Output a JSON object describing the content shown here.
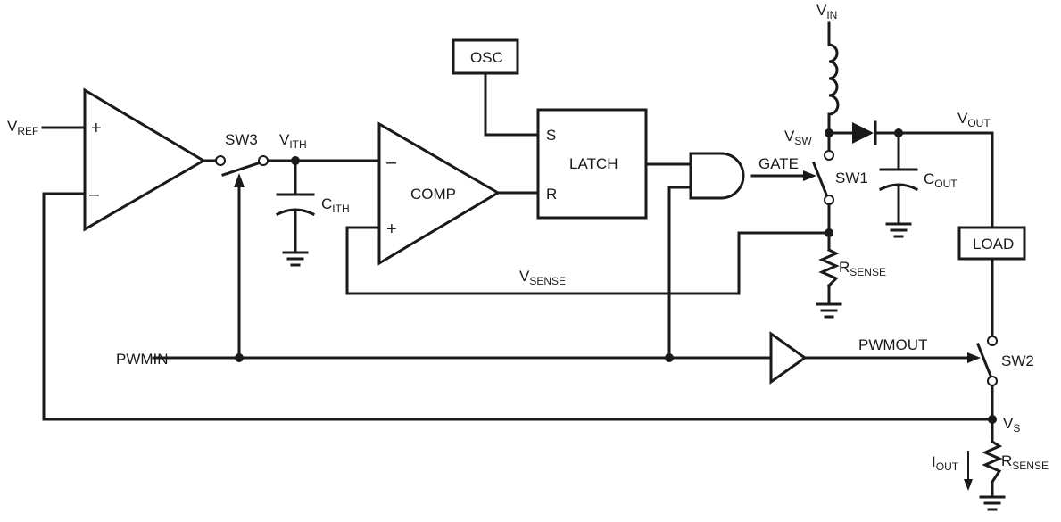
{
  "labels": {
    "vref": {
      "main": "V",
      "sub": "REF"
    },
    "sw3": "SW3",
    "vith": {
      "main": "V",
      "sub": "ITH"
    },
    "cith": {
      "main": "C",
      "sub": "ITH"
    },
    "comp": "COMP",
    "osc": "OSC",
    "latch": "LATCH",
    "latch_s": "S",
    "latch_r": "R",
    "gate": "GATE",
    "vin": {
      "main": "V",
      "sub": "IN"
    },
    "vsw": {
      "main": "V",
      "sub": "SW"
    },
    "vout": {
      "main": "V",
      "sub": "OUT"
    },
    "cout": {
      "main": "C",
      "sub": "OUT"
    },
    "sw1": "SW1",
    "rsense1": {
      "main": "R",
      "sub": "SENSE"
    },
    "load": "LOAD",
    "vsense": {
      "main": "V",
      "sub": "SENSE"
    },
    "pwmin": "PWMIN",
    "pwmout": "PWMOUT",
    "sw2": "SW2",
    "vs": {
      "main": "V",
      "sub": "S"
    },
    "iout": {
      "main": "I",
      "sub": "OUT"
    },
    "rsense2": {
      "main": "R",
      "sub": "SENSE"
    },
    "amp_plus": "+",
    "amp_minus": "–",
    "comp_minus": "–",
    "comp_plus": "+"
  }
}
